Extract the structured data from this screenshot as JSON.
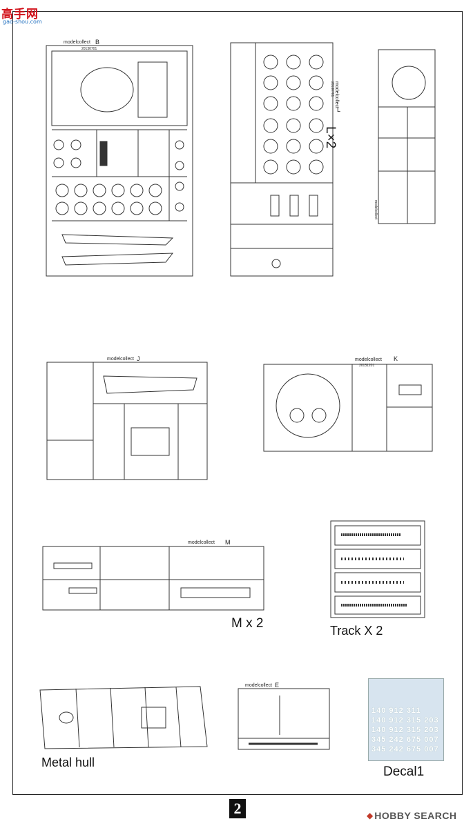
{
  "watermark": {
    "title": "高手网",
    "subtitle": "gao-shou.com"
  },
  "sprues": {
    "b": {
      "brand": "modelcollect",
      "letter": "B",
      "code": "20130701"
    },
    "l": {
      "brand": "modelcollect",
      "letter": "L",
      "code": "20130701"
    },
    "j": {
      "brand": "modelcollect",
      "letter": "J"
    },
    "k": {
      "brand": "modelcollect",
      "letter": "K",
      "code": "20131201"
    },
    "m": {
      "brand": "modelcollect",
      "letter": "M"
    },
    "e": {
      "brand": "modelcollect",
      "letter": "E"
    },
    "small": {
      "brand": "modelcollect"
    }
  },
  "labels": {
    "lx2": "L×2",
    "mx2": "M x 2",
    "track": "Track X 2",
    "hull": "Metal hull",
    "decal": "Decal1"
  },
  "decal_rows": [
    "140  912  311",
    "140  912  315  203",
    "140  912  315  203",
    "345  242  675  007",
    "345  242  675  007"
  ],
  "page_number": "2",
  "footer_logo": {
    "mark": "◆",
    "text": "HOBBY SEARCH"
  }
}
